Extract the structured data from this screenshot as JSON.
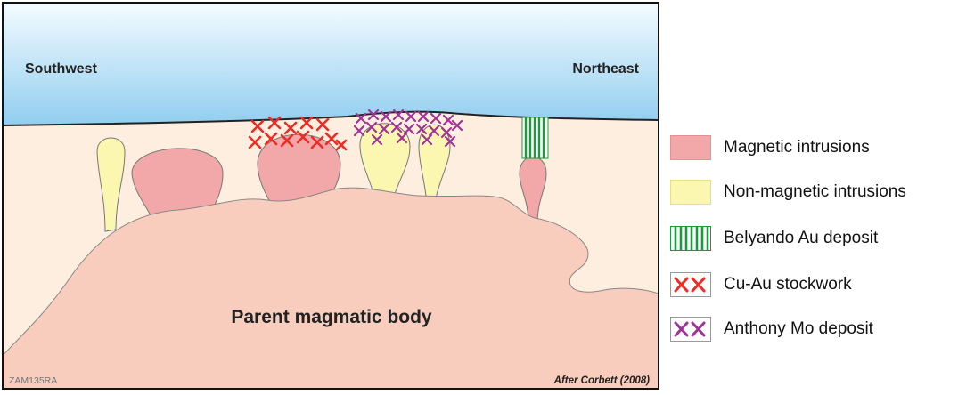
{
  "cross_section": {
    "left_label": "Southwest",
    "right_label": "Northeast",
    "body_label": "Parent magmatic body",
    "code_label": "ZAM135RA",
    "credit_label": "After Corbett (2008)"
  },
  "legend": {
    "items": [
      {
        "label": "Magnetic intrusions",
        "swatch": "magnetic",
        "color": "#f2a7a8"
      },
      {
        "label": "Non-magnetic intrusions",
        "swatch": "non-magnetic",
        "color": "#fcf7b0"
      },
      {
        "label": "Belyando Au deposit",
        "swatch": "belyando",
        "color": "#1a9b3b"
      },
      {
        "label": "Cu-Au stockwork",
        "swatch": "cu-au",
        "color": "#ee2b24"
      },
      {
        "label": "Anthony Mo deposit",
        "swatch": "anthony",
        "color": "#a03399"
      }
    ]
  },
  "colors": {
    "sky": "#9fd4f1",
    "ground": "#fdeee0",
    "magma": "#f8cdbd",
    "magnetic": "#f2a7a8",
    "non_magnetic": "#fcf7b0",
    "belyando": "#1a9b3b",
    "cu_au": "#ee2b24",
    "anthony": "#a03399"
  }
}
